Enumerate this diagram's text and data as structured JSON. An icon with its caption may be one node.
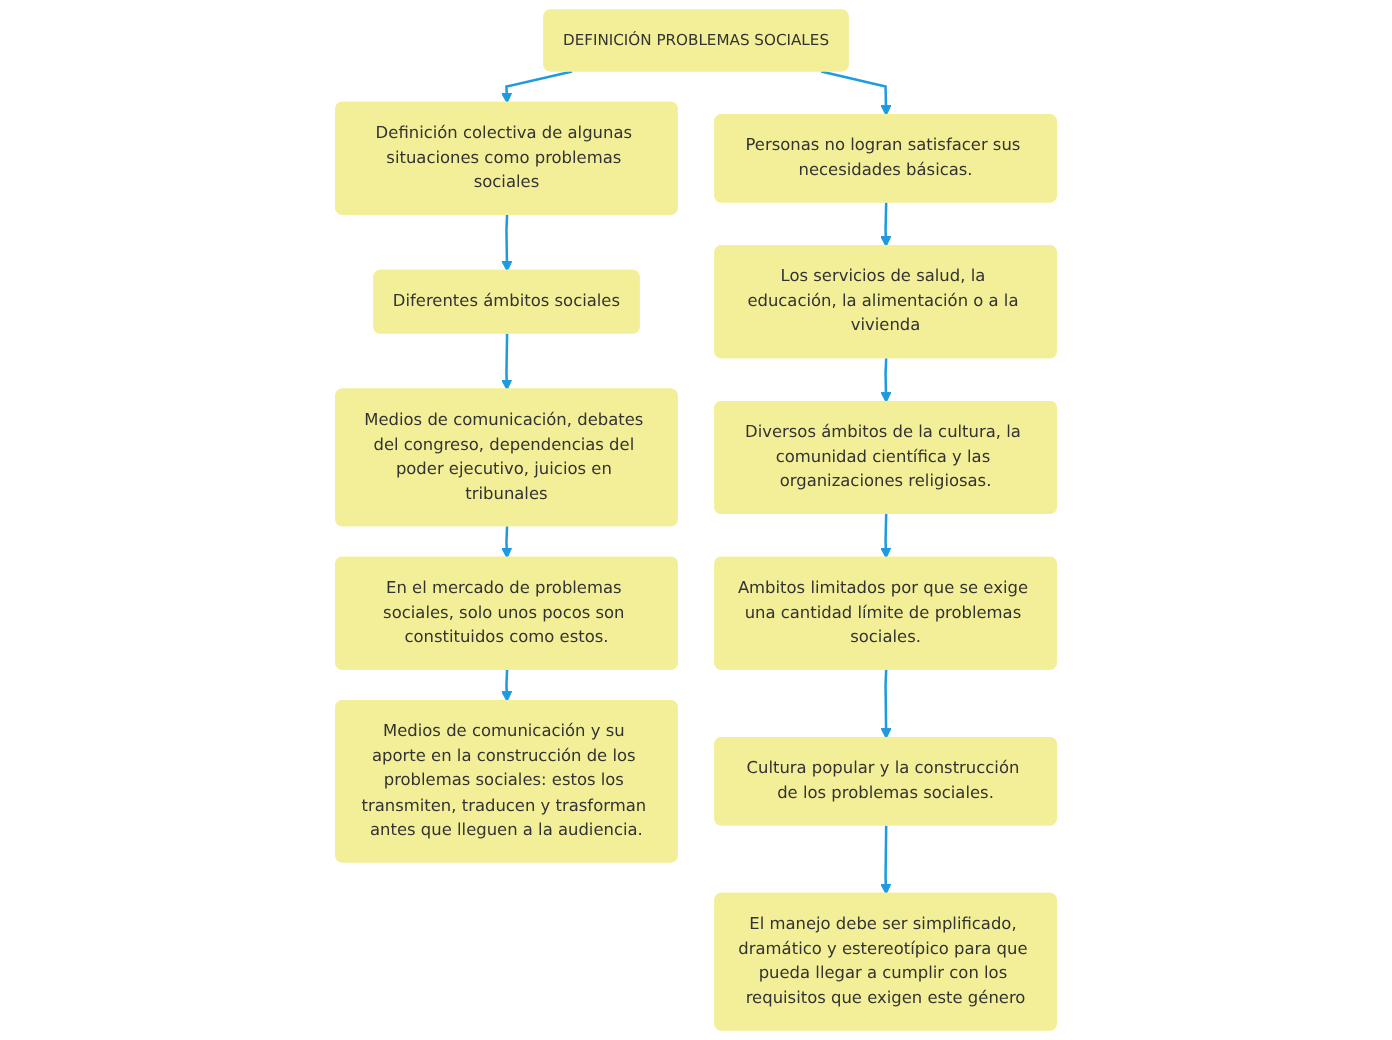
{
  "diagram": {
    "nodes": [
      {
        "text": [
          "DEFINICIÓN PROBLEMAS SOCIALES"
        ]
      },
      {
        "text": [
          "Definición colectiva de algunas situaciones como problemas sociales"
        ]
      },
      {
        "text": [
          "Diferentes ámbitos sociales"
        ]
      },
      {
        "text": [
          "Medios de comunicación, debates del congreso, dependencias del poder ejecutivo, juicios en tribunales"
        ]
      },
      {
        "text": [
          "En el mercado de problemas sociales, solo unos pocos son constituidos como estos."
        ]
      },
      {
        "text": [
          "Medios de comunicación y su aporte en la construcción de los problemas sociales: estos los transmiten, traducen y trasforman antes que lleguen a la audiencia."
        ]
      },
      {
        "text": [
          "Personas no logran satisfacer sus necesidades básicas."
        ]
      },
      {
        "text": [
          "Los servicios de salud, la educación, la alimentación o a la vivienda"
        ]
      },
      {
        "text": [
          "Diversos ámbitos de la cultura, la comunidad científica y las organizaciones religiosas."
        ]
      },
      {
        "text": [
          "Ambitos limitados por que se exige una cantidad límite de problemas sociales."
        ]
      },
      {
        "text": [
          "Cultura popular y la construcción de los problemas sociales."
        ]
      },
      {
        "text": [
          "El manejo debe ser simplificado, dramático y estereotípico para que pueda llegar a cumplir con los requisitos que exigen este género"
        ]
      }
    ],
    "edges": [
      {
        "from": 0,
        "to": 1,
        "arrow": "to"
      },
      {
        "from": 0,
        "to": 6,
        "arrow": "to"
      },
      {
        "from": 1,
        "to": 2,
        "arrow": "to"
      },
      {
        "from": 2,
        "to": 3,
        "arrow": "to"
      },
      {
        "from": 3,
        "to": 4,
        "arrow": "to"
      },
      {
        "from": 4,
        "to": 5,
        "arrow": "to"
      },
      {
        "from": 6,
        "to": 7,
        "arrow": "to"
      },
      {
        "from": 7,
        "to": 8,
        "arrow": "to"
      },
      {
        "from": 8,
        "to": 9,
        "arrow": "to"
      },
      {
        "from": 9,
        "to": 10,
        "arrow": "to"
      },
      {
        "from": 10,
        "to": 11,
        "arrow": "to"
      }
    ]
  }
}
